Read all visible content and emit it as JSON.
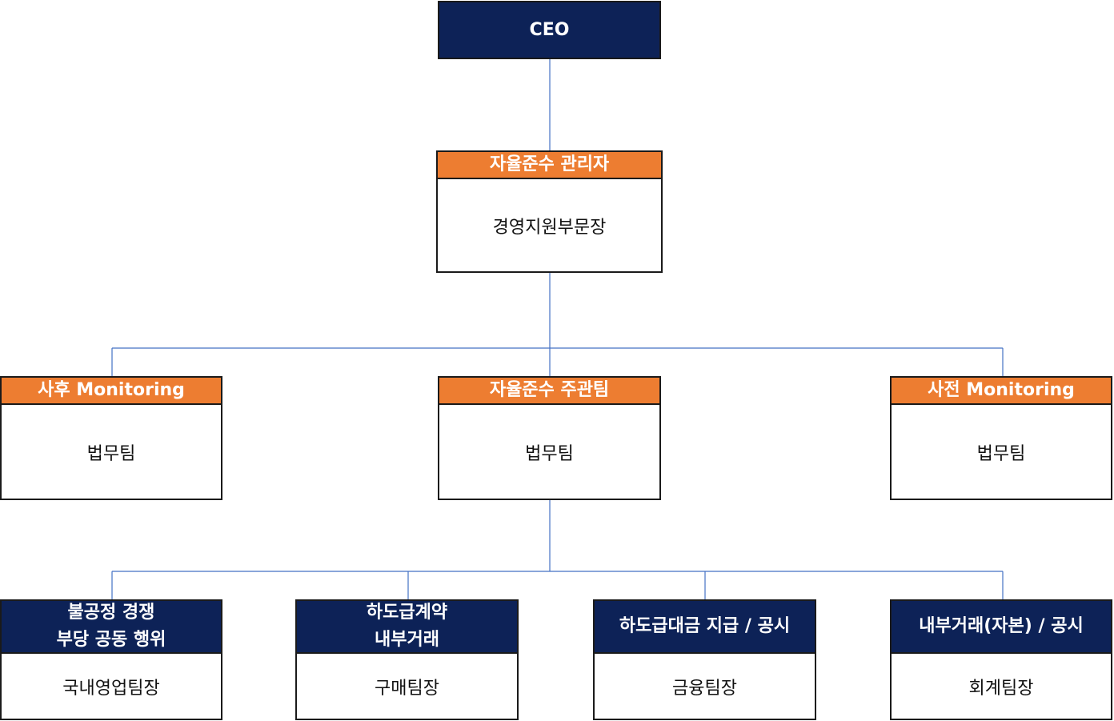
{
  "colors": {
    "navy": "#0d2257",
    "orange": "#ed7d31",
    "connector": "#4472c4"
  },
  "ceo": {
    "label": "CEO"
  },
  "manager": {
    "title": "자율준수 관리자",
    "holder": "경영지원부문장"
  },
  "level2": [
    {
      "title": "사후 Monitoring",
      "holder": "법무팀"
    },
    {
      "title": "자율준수 주관팀",
      "holder": "법무팀"
    },
    {
      "title": "사전 Monitoring",
      "holder": "법무팀"
    }
  ],
  "level3": [
    {
      "title": "불공정 경쟁\n부당 공동 행위",
      "holder": "국내영업팀장"
    },
    {
      "title": "하도급계약\n내부거래",
      "holder": "구매팀장"
    },
    {
      "title": "하도급대금 지급 / 공시",
      "holder": "금융팀장"
    },
    {
      "title": "내부거래(자본) / 공시",
      "holder": "회계팀장"
    }
  ]
}
